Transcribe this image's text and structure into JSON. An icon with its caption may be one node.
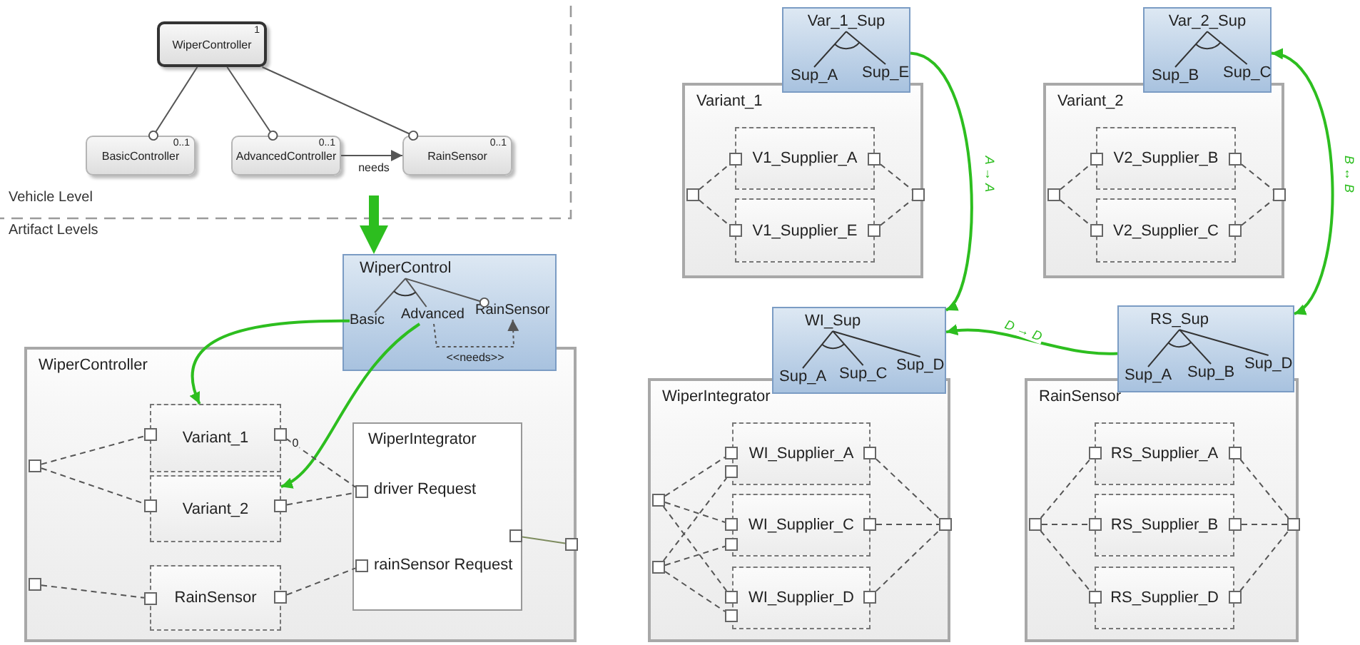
{
  "diagram": {
    "nodes": [
      {
        "text": [
          "1",
          "WiperController"
        ]
      },
      {
        "text": [
          "0..1",
          "BasicController"
        ]
      },
      {
        "text": [
          "0..1",
          "AdvancedController"
        ]
      },
      {
        "text": [
          "0..1",
          "RainSensor"
        ]
      },
      {
        "text": [],
        "shape": "box"
      },
      {
        "text": [
          "Basic"
        ],
        "in": 4
      },
      {
        "text": [
          "Advanced"
        ],
        "in": 4
      },
      {
        "text": [
          "RainSensor"
        ],
        "in": 4
      },
      {
        "text": [
          "WiperController"
        ]
      },
      {
        "text": [
          "Variant_1"
        ],
        "in": 8
      },
      {
        "text": [
          "Variant_2"
        ],
        "in": 8
      },
      {
        "text": [
          "RainSensor"
        ],
        "in": 8
      },
      {
        "text": [
          "WiperIntegrator",
          "driver Request",
          "rainSensor Request"
        ],
        "in": 8
      },
      {
        "text": [],
        "shape": "box",
        "in": 8
      },
      {
        "text": [],
        "shape": "box",
        "in": 8
      },
      {
        "text": [],
        "shape": "box",
        "in": 8
      },
      {
        "text": [],
        "shape": "box",
        "in": 8
      },
      {
        "text": [],
        "shape": "box",
        "in": 8
      },
      {
        "text": [],
        "shape": "box",
        "in": 8
      },
      {
        "text": [],
        "shape": "box",
        "in": 8
      },
      {
        "text": [],
        "shape": "box",
        "in": 8
      },
      {
        "text": [],
        "shape": "box",
        "in": 12
      },
      {
        "text": [],
        "shape": "box",
        "in": 12
      },
      {
        "text": [],
        "shape": "box",
        "in": 12
      },
      {
        "text": [],
        "shape": "box",
        "in": 8
      },
      {
        "text": [
          "Var_1_Sup",
          "Sup_A",
          "Sup_E"
        ]
      },
      {
        "text": [
          "Variant_1"
        ]
      },
      {
        "text": [
          "V1_Supplier_A"
        ],
        "in": 26
      },
      {
        "text": [
          "V1_Supplier_E"
        ],
        "in": 26
      },
      {
        "text": [],
        "shape": "box",
        "in": 26
      },
      {
        "text": [],
        "shape": "box",
        "in": 26
      },
      {
        "text": [],
        "shape": "box",
        "in": 26
      },
      {
        "text": [],
        "shape": "box",
        "in": 26
      },
      {
        "text": [],
        "shape": "box",
        "in": 26
      },
      {
        "text": [],
        "shape": "box",
        "in": 26
      },
      {
        "text": [
          "Var_2_Sup",
          "Sup_B",
          "Sup_C"
        ]
      },
      {
        "text": [
          "Variant_2"
        ]
      },
      {
        "text": [
          "V2_Supplier_B"
        ],
        "in": 36
      },
      {
        "text": [
          "V2_Supplier_C"
        ],
        "in": 36
      },
      {
        "text": [],
        "shape": "box",
        "in": 36
      },
      {
        "text": [],
        "shape": "box",
        "in": 36
      },
      {
        "text": [],
        "shape": "box",
        "in": 36
      },
      {
        "text": [],
        "shape": "box",
        "in": 36
      },
      {
        "text": [],
        "shape": "box",
        "in": 36
      },
      {
        "text": [],
        "shape": "box",
        "in": 36
      },
      {
        "text": [
          "WI_Sup",
          "Sup_A",
          "Sup_C",
          "Sup_D"
        ]
      },
      {
        "text": [
          "WiperIntegrator"
        ]
      },
      {
        "text": [
          "WI_Supplier_A"
        ],
        "in": 46
      },
      {
        "text": [
          "WI_Supplier_C"
        ],
        "in": 46
      },
      {
        "text": [
          "WI_Supplier_D"
        ],
        "in": 46
      },
      {
        "text": [],
        "shape": "box",
        "in": 46
      },
      {
        "text": [],
        "shape": "box",
        "in": 46
      },
      {
        "text": [],
        "shape": "box",
        "in": 46
      },
      {
        "text": [],
        "shape": "box",
        "in": 46
      },
      {
        "text": [],
        "shape": "box",
        "in": 46
      },
      {
        "text": [],
        "shape": "box",
        "in": 46
      },
      {
        "text": [],
        "shape": "box",
        "in": 46
      },
      {
        "text": [],
        "shape": "box",
        "in": 46
      },
      {
        "text": [],
        "shape": "box",
        "in": 46
      },
      {
        "text": [],
        "shape": "box",
        "in": 46
      },
      {
        "text": [],
        "shape": "box",
        "in": 46
      },
      {
        "text": [],
        "shape": "box",
        "in": 46
      },
      {
        "text": [
          "RS_Sup",
          "Sup_A",
          "Sup_B",
          "Sup_D"
        ]
      },
      {
        "text": [
          "RainSensor"
        ]
      },
      {
        "text": [
          "RS_Supplier_A"
        ],
        "in": 63
      },
      {
        "text": [
          "RS_Supplier_B"
        ],
        "in": 63
      },
      {
        "text": [
          "RS_Supplier_D"
        ],
        "in": 63
      },
      {
        "text": [],
        "shape": "box",
        "in": 63
      },
      {
        "text": [],
        "shape": "box",
        "in": 63
      },
      {
        "text": [],
        "shape": "box",
        "in": 63
      },
      {
        "text": [],
        "shape": "box",
        "in": 63
      },
      {
        "text": [],
        "shape": "box",
        "in": 63
      },
      {
        "text": [],
        "shape": "box",
        "in": 63
      },
      {
        "text": [],
        "shape": "box",
        "in": 63
      },
      {
        "text": [],
        "shape": "box",
        "in": 63
      },
      {
        "text": [
          "WiperControl"
        ],
        "in": 4
      }
    ],
    "edges": [
      {
        "from": 0,
        "to": 1,
        "arrow": "other"
      },
      {
        "from": 0,
        "to": 2,
        "arrow": "other"
      },
      {
        "from": 0,
        "to": 3,
        "arrow": "other"
      },
      {
        "from": 2,
        "to": 3,
        "arrow": "to",
        "label": "needs"
      },
      {
        "from": null,
        "to": 4,
        "arrow": "to",
        "style": "thick",
        "color": "#2dbe1f"
      },
      {
        "from": 75,
        "to": 5,
        "arrow": "none"
      },
      {
        "from": 75,
        "to": 6,
        "arrow": "none"
      },
      {
        "from": 75,
        "to": 7,
        "arrow": "other"
      },
      {
        "from": 6,
        "to": 7,
        "arrow": "to",
        "style": "dashed",
        "label": "<<needs>>"
      },
      {
        "from": 5,
        "to": 9,
        "arrow": "to",
        "color": "#2dbe1f"
      },
      {
        "from": 6,
        "to": 10,
        "arrow": "to",
        "color": "#2dbe1f"
      },
      {
        "from": 13,
        "to": 14,
        "arrow": "none",
        "style": "dashed"
      },
      {
        "from": 13,
        "to": 16,
        "arrow": "none",
        "style": "dashed"
      },
      {
        "from": 15,
        "to": 21,
        "arrow": "none",
        "style": "dashed",
        "label": "0"
      },
      {
        "from": 17,
        "to": 21,
        "arrow": "none",
        "style": "dashed"
      },
      {
        "from": 18,
        "to": 19,
        "arrow": "none",
        "style": "dashed"
      },
      {
        "from": 20,
        "to": 22,
        "arrow": "none",
        "style": "dashed"
      },
      {
        "from": 23,
        "to": 24,
        "arrow": "none",
        "color": "#7d8b5e"
      },
      {
        "from": 25,
        "to": 45,
        "arrow": "to",
        "color": "#2dbe1f",
        "label": "A → A"
      },
      {
        "from": 35,
        "to": 62,
        "arrow": "both",
        "color": "#2dbe1f",
        "label": "B ↔ B"
      },
      {
        "from": 62,
        "to": 45,
        "arrow": "to",
        "color": "#2dbe1f",
        "label": "D → D"
      },
      {
        "from": 29,
        "to": 30,
        "arrow": "none",
        "style": "dashed"
      },
      {
        "from": 29,
        "to": 32,
        "arrow": "none",
        "style": "dashed"
      },
      {
        "from": 31,
        "to": 34,
        "arrow": "none",
        "style": "dashed"
      },
      {
        "from": 33,
        "to": 34,
        "arrow": "none",
        "style": "dashed"
      },
      {
        "from": 39,
        "to": 40,
        "arrow": "none",
        "style": "dashed"
      },
      {
        "from": 39,
        "to": 42,
        "arrow": "none",
        "style": "dashed"
      },
      {
        "from": 41,
        "to": 44,
        "arrow": "none",
        "style": "dashed"
      },
      {
        "from": 43,
        "to": 44,
        "arrow": "none",
        "style": "dashed"
      },
      {
        "from": 50,
        "to": 52,
        "arrow": "none",
        "style": "dashed"
      },
      {
        "from": 50,
        "to": 55,
        "arrow": "none",
        "style": "dashed"
      },
      {
        "from": 50,
        "to": 58,
        "arrow": "none",
        "style": "dashed"
      },
      {
        "from": 51,
        "to": 53,
        "arrow": "none",
        "style": "dashed"
      },
      {
        "from": 51,
        "to": 56,
        "arrow": "none",
        "style": "dashed"
      },
      {
        "from": 51,
        "to": 59,
        "arrow": "none",
        "style": "dashed"
      },
      {
        "from": 54,
        "to": 61,
        "arrow": "none",
        "style": "dashed"
      },
      {
        "from": 57,
        "to": 61,
        "arrow": "none",
        "style": "dashed"
      },
      {
        "from": 60,
        "to": 61,
        "arrow": "none",
        "style": "dashed"
      },
      {
        "from": 67,
        "to": 68,
        "arrow": "none",
        "style": "dashed"
      },
      {
        "from": 67,
        "to": 70,
        "arrow": "none",
        "style": "dashed"
      },
      {
        "from": 67,
        "to": 72,
        "arrow": "none",
        "style": "dashed"
      },
      {
        "from": 69,
        "to": 74,
        "arrow": "none",
        "style": "dashed"
      },
      {
        "from": 71,
        "to": 74,
        "arrow": "none",
        "style": "dashed"
      },
      {
        "from": 73,
        "to": 74,
        "arrow": "none",
        "style": "dashed"
      }
    ],
    "labels": [
      "Vehicle Level",
      "Artifact Levels"
    ]
  }
}
